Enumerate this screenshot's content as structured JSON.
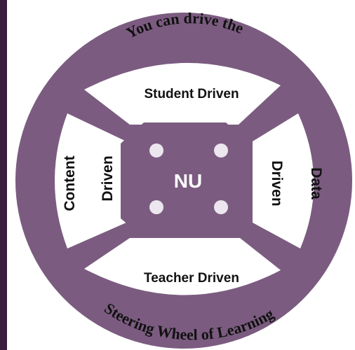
{
  "colors": {
    "wheel": "#7b5c80",
    "wheel_light": "#8a6c90",
    "hub_dots": "#ece6ef",
    "text_dark": "#111111",
    "text_light": "#ffffff",
    "left_bar": "#3a1d3c"
  },
  "wheel": {
    "top_arc_text": "You can drive the",
    "bottom_arc_text": "Steering Wheel of Learning",
    "hub_label": "NU",
    "segments": {
      "top": "Student Driven",
      "bottom": "Teacher Driven",
      "left_outer": "Content",
      "left_inner": "Driven",
      "right_inner": "Driven",
      "right_outer": "Data"
    }
  }
}
